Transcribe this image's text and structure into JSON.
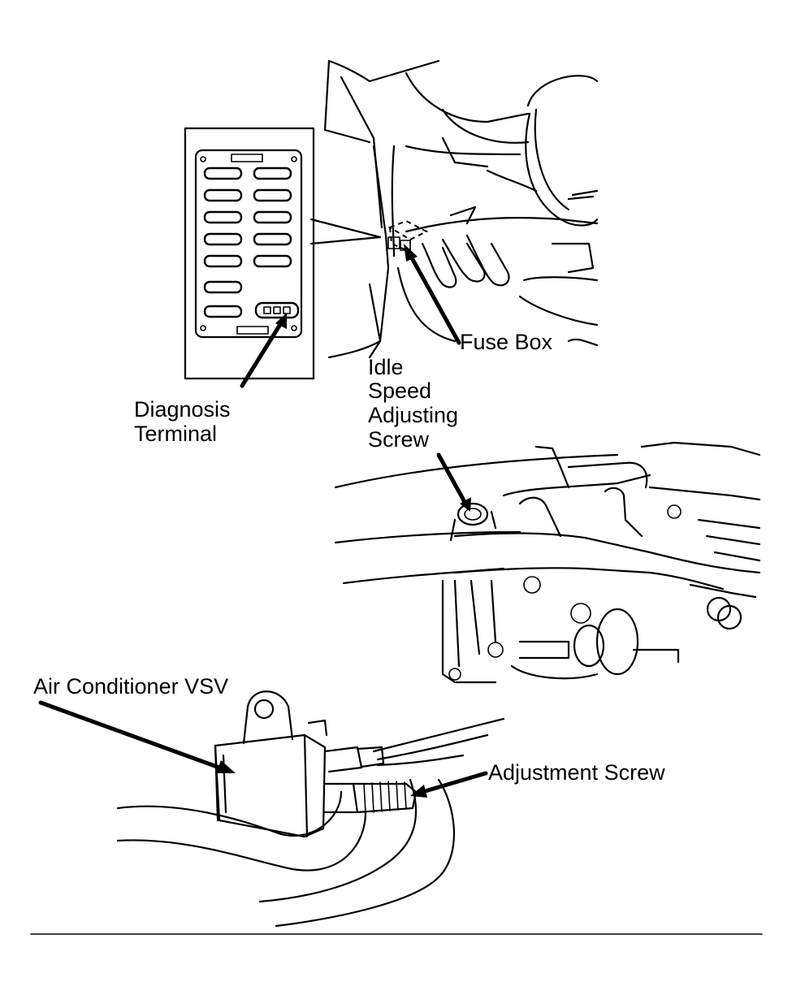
{
  "labels": {
    "fuse_box": "Fuse Box",
    "idle_speed": [
      "Idle",
      "Speed",
      "Adjusting",
      "Screw"
    ],
    "diagnosis": [
      "Diagnosis",
      "Terminal"
    ],
    "ac_vsv": "Air Conditioner VSV",
    "adjustment_screw": "Adjustment Screw"
  },
  "colors": {
    "ink": "#000000",
    "paper": "#ffffff"
  }
}
